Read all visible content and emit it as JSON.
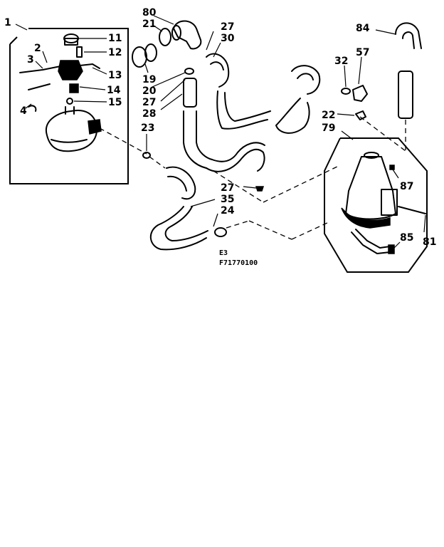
{
  "diagram": {
    "callouts": [
      {
        "key": "c1",
        "text": "1"
      },
      {
        "key": "c2",
        "text": "2"
      },
      {
        "key": "c3",
        "text": "3"
      },
      {
        "key": "c4",
        "text": "4"
      },
      {
        "key": "c11",
        "text": "11"
      },
      {
        "key": "c12",
        "text": "12"
      },
      {
        "key": "c13",
        "text": "13"
      },
      {
        "key": "c14",
        "text": "14"
      },
      {
        "key": "c15",
        "text": "15"
      },
      {
        "key": "c80",
        "text": "80"
      },
      {
        "key": "c21",
        "text": "21"
      },
      {
        "key": "c19",
        "text": "19"
      },
      {
        "key": "c20",
        "text": "20"
      },
      {
        "key": "c27a",
        "text": "27"
      },
      {
        "key": "c28",
        "text": "28"
      },
      {
        "key": "c23",
        "text": "23"
      },
      {
        "key": "c27b",
        "text": "27"
      },
      {
        "key": "c30",
        "text": "30"
      },
      {
        "key": "c84",
        "text": "84"
      },
      {
        "key": "c32",
        "text": "32"
      },
      {
        "key": "c57",
        "text": "57"
      },
      {
        "key": "c22",
        "text": "22"
      },
      {
        "key": "c79",
        "text": "79"
      },
      {
        "key": "c87",
        "text": "87"
      },
      {
        "key": "c27c",
        "text": "27"
      },
      {
        "key": "c35",
        "text": "35"
      },
      {
        "key": "c24",
        "text": "24"
      },
      {
        "key": "c85",
        "text": "85"
      },
      {
        "key": "c81",
        "text": "81"
      }
    ],
    "codes": {
      "e3": "E3",
      "figure": "F71770100"
    }
  }
}
